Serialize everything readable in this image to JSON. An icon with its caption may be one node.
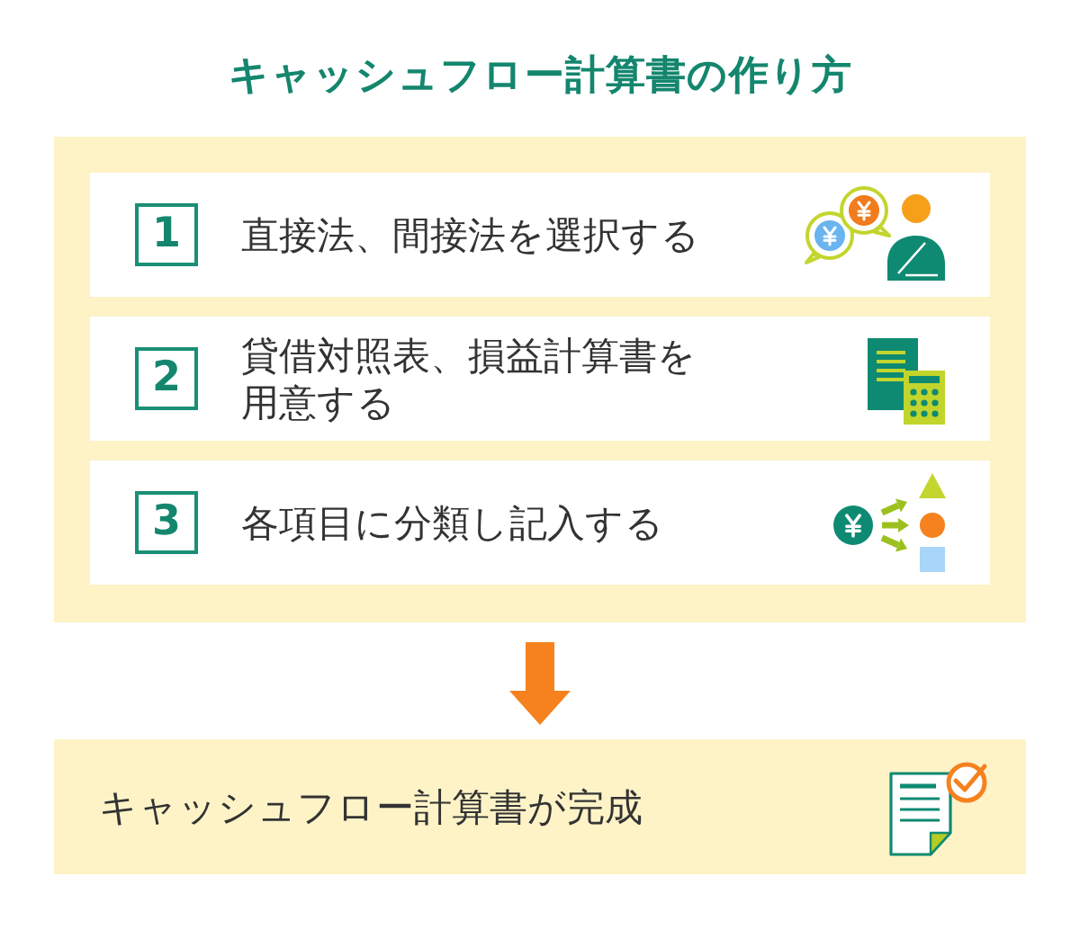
{
  "diagram": {
    "title": "キャッシュフロー計算書の作り方",
    "nodes": [
      {
        "text": [],
        "shape": "box"
      },
      {
        "text": [
          "直接法、間接法を選択する"
        ],
        "in": 0
      },
      {
        "text": [
          "1"
        ],
        "in": 1
      },
      {
        "text": [
          "貸借対照表、損益計算書を用意する"
        ],
        "in": 0
      },
      {
        "text": [
          "2"
        ],
        "in": 3
      },
      {
        "text": [
          "各項目に分類し記入する"
        ],
        "in": 0
      },
      {
        "text": [
          "3"
        ],
        "in": 5
      },
      {
        "text": [
          "キャッシュフロー計算書が完成"
        ]
      }
    ],
    "edges": [
      {
        "from": 0,
        "to": 7,
        "arrow": "to"
      }
    ]
  }
}
